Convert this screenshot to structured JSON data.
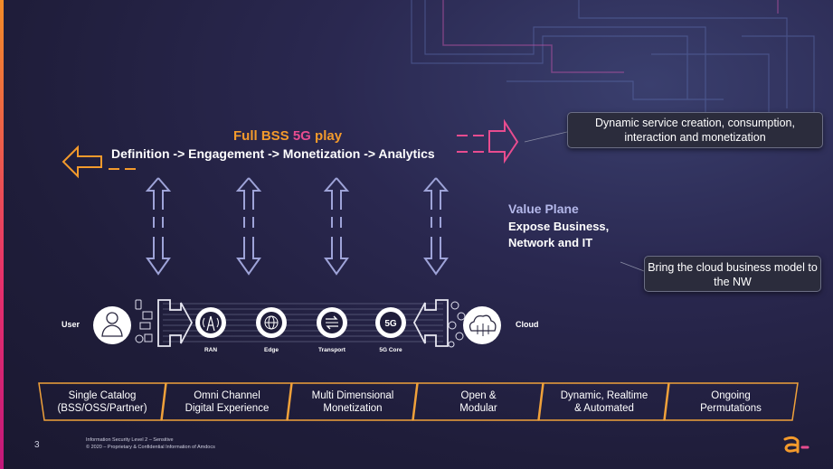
{
  "header": {
    "title_prefix": "Full BSS ",
    "title_5g": "5G",
    "title_suffix": " play",
    "subtitle": "Definition -> Engagement -> Monetization -> Analytics"
  },
  "callouts": {
    "top": "Dynamic service creation, consumption, interaction and monetization",
    "bottom": "Bring the cloud business model to the NW"
  },
  "value_plane": {
    "title": "Value Plane",
    "subtitle": "Expose Business, Network and IT"
  },
  "flow": {
    "user_label": "User",
    "cloud_label": "Cloud",
    "nodes": [
      {
        "label": "RAN",
        "icon": "antenna-icon"
      },
      {
        "label": "Edge",
        "icon": "globe-icon"
      },
      {
        "label": "Transport",
        "icon": "transport-icon"
      },
      {
        "label": "5G Core",
        "icon": "5g-icon"
      }
    ]
  },
  "pillars": [
    {
      "line1": "Single Catalog",
      "line2": "(BSS/OSS/Partner)"
    },
    {
      "line1": "Omni Channel",
      "line2": "Digital Experience"
    },
    {
      "line1": "Multi Dimensional",
      "line2": "Monetization"
    },
    {
      "line1": "Open &",
      "line2": "Modular"
    },
    {
      "line1": "Dynamic, Realtime",
      "line2": "& Automated"
    },
    {
      "line1": "Ongoing",
      "line2": "Permutations"
    }
  ],
  "footer": {
    "page_number": "3",
    "line1": "Information Security Level 2 – Sensitive",
    "line2": "© 2020 – Proprietary & Confidential Information of Amdocs"
  },
  "colors": {
    "orange": "#f39a2c",
    "pink": "#e84c8f",
    "lavender": "#9ea3d8",
    "pillar_border": "#f0a13a"
  }
}
